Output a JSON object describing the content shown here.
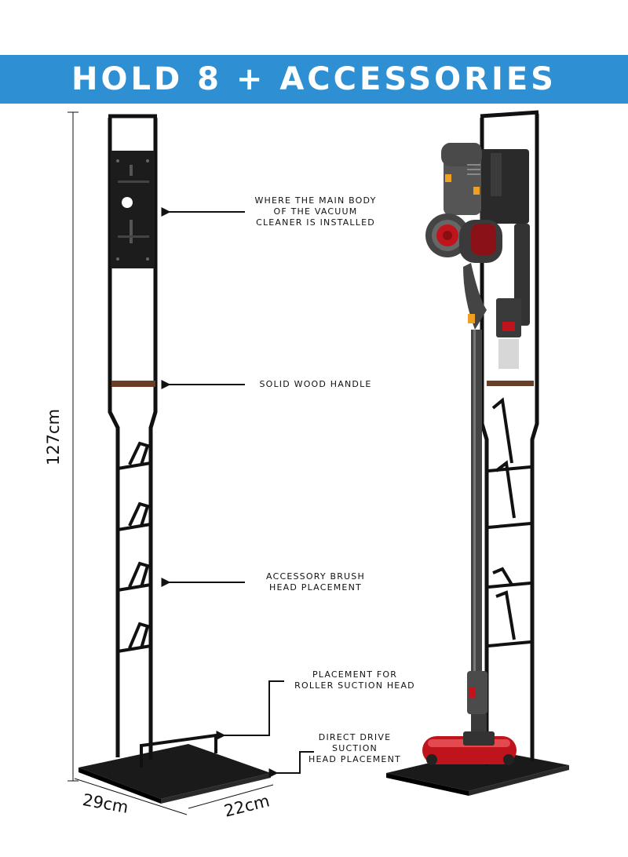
{
  "banner": {
    "title": "HOLD 8 + ACCESSORIES"
  },
  "dimensions": {
    "height": "127cm",
    "width": "29cm",
    "depth": "22cm"
  },
  "callouts": {
    "main_body": [
      "WHERE THE MAIN BODY",
      "OF THE VACUUM",
      "CLEANER IS INSTALLED"
    ],
    "wood_handle": [
      "SOLID WOOD HANDLE"
    ],
    "accessory_brush": [
      "ACCESSORY BRUSH",
      "HEAD PLACEMENT"
    ],
    "roller_head": [
      "PLACEMENT FOR",
      "ROLLER SUCTION HEAD"
    ],
    "direct_drive": [
      "DIRECT DRIVE",
      "SUCTION",
      "HEAD PLACEMENT"
    ]
  },
  "colors": {
    "banner": "#2f8fd3",
    "frame": "#111111",
    "wood": "#6b3e26",
    "accent_red": "#c0141c",
    "accent_orange": "#f0a020"
  }
}
